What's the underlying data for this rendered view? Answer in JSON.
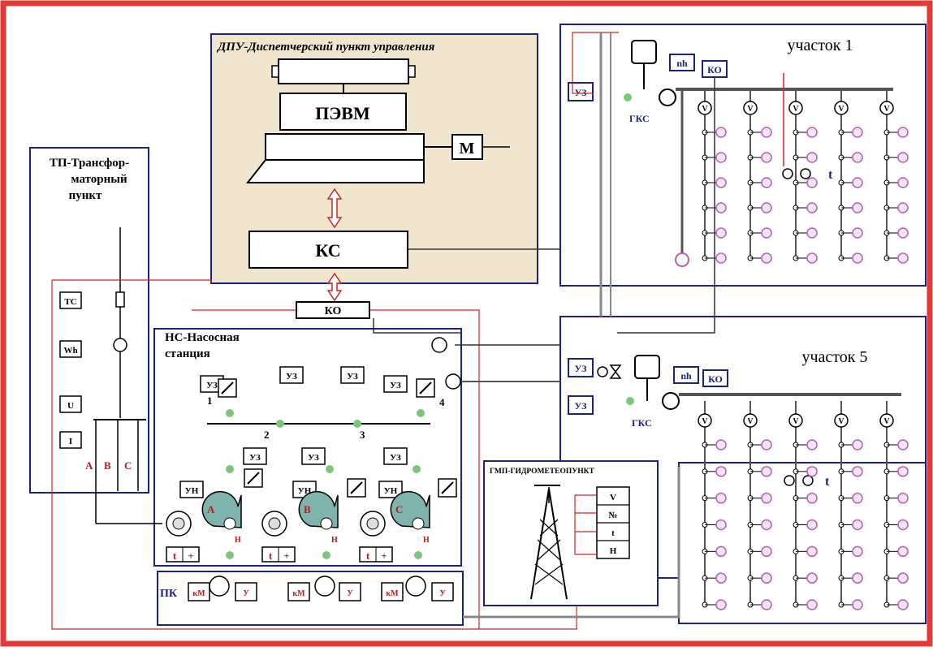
{
  "dpu": {
    "title": "ДПУ-Диспетчерский пункт управления",
    "pc_label": "ПЭВМ",
    "modem_label": "М",
    "ks_label": "КС"
  },
  "tp": {
    "title_line1": "ТП-Трансфор-",
    "title_line2": "маторный",
    "title_line3": "пункт",
    "meter_tc": "ТС",
    "meter_wh": "Wh",
    "meter_u": "U",
    "meter_i": "I",
    "phase_a": "A",
    "phase_b": "B",
    "phase_c": "C"
  },
  "ns": {
    "title_line1": "НС-Насосная",
    "title_line2": "станция",
    "ko_label": "КО",
    "uz_label": "УЗ",
    "un_label": "УН",
    "t_label": "t",
    "plus_label": "+",
    "num1": "1",
    "num2": "2",
    "num3": "3",
    "num4": "4",
    "pump_a": "A",
    "pump_b": "B",
    "pump_c": "C",
    "pump_h": "Н"
  },
  "pk": {
    "title": "ПК",
    "meter1": "кМ",
    "meter2": "У"
  },
  "section1": {
    "title": "участок 1",
    "uz_label": "УЗ",
    "nh_label": "nh",
    "ko_label": "КО",
    "gks_label": "ГКС",
    "valve_label": "V",
    "t_label": "t"
  },
  "section5": {
    "title": "участок 5",
    "uz_label": "УЗ",
    "nh_label": "nh",
    "ko_label": "КО",
    "gks_label": "ГКС",
    "valve_label": "V",
    "t_label": "t"
  },
  "gmp": {
    "title": "ГМП-ГИДРОМЕТЕОПУНКТ",
    "param_v": "V",
    "param_n": "№",
    "param_t": "t",
    "param_h": "Н"
  },
  "colors": {
    "frame": "#e53935",
    "panel_bg": "#f0e6cf",
    "box_border": "#1a237e",
    "signal_red": "#c62828",
    "pipe": "#6b6b6b",
    "pump": "#7fb3ae",
    "valve_green": "#7cc67c",
    "sprinkler": "#b55fb5"
  }
}
